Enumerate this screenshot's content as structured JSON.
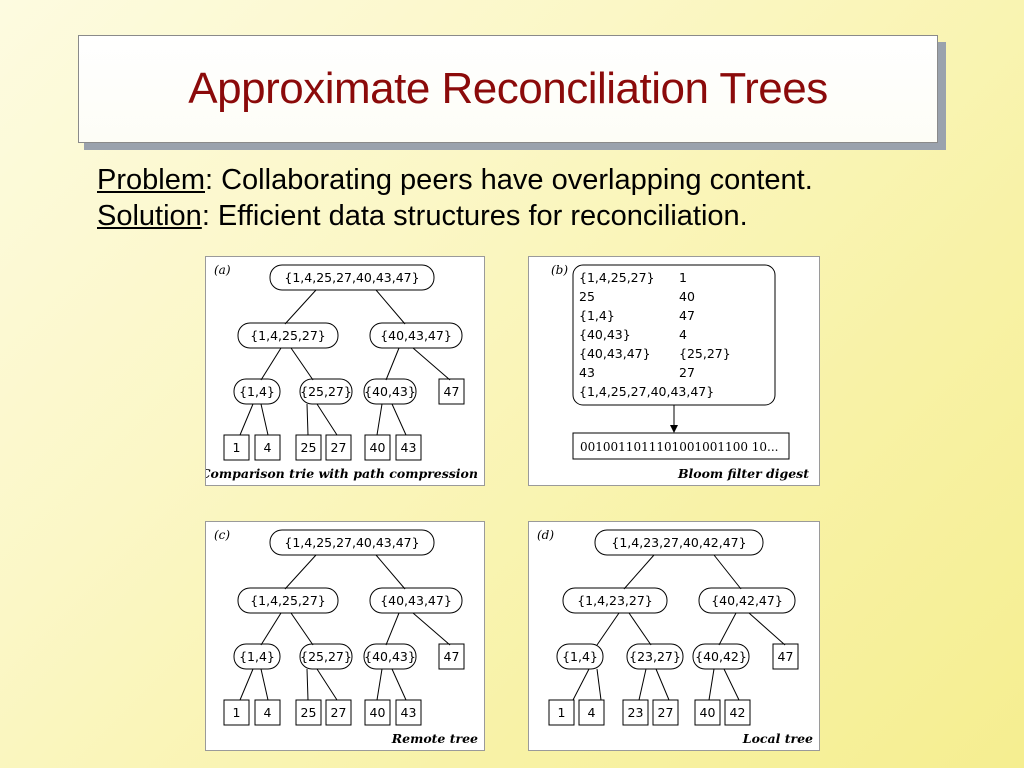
{
  "slide": {
    "title": "Approximate Reconciliation Trees",
    "problem_label": "Problem",
    "problem_text": ": Collaborating peers have overlapping content.",
    "solution_label": "Solution",
    "solution_text": ": Efficient data structures for reconciliation."
  },
  "panels": {
    "a": {
      "tag": "(a)",
      "caption": "Comparison trie with path compression",
      "root": "{1,4,25,27,40,43,47}",
      "l1": [
        "{1,4,25,27}",
        "{40,43,47}"
      ],
      "l2": [
        "{1,4}",
        "{25,27}",
        "{40,43}",
        "47"
      ],
      "leaves": [
        "1",
        "4",
        "25",
        "27",
        "40",
        "43"
      ]
    },
    "b": {
      "tag": "(b)",
      "caption": "Bloom filter digest",
      "rows": [
        [
          "{1,4,25,27}",
          "1"
        ],
        [
          "25",
          "40"
        ],
        [
          "{1,4}",
          "47"
        ],
        [
          "{40,43}",
          "4"
        ],
        [
          "{40,43,47}",
          "{25,27}"
        ],
        [
          "43",
          "27"
        ],
        [
          "{1,4,25,27,40,43,47}",
          ""
        ]
      ],
      "digest": "0010011011101001001100 10..."
    },
    "c": {
      "tag": "(c)",
      "caption": "Remote tree",
      "root": "{1,4,25,27,40,43,47}",
      "l1": [
        "{1,4,25,27}",
        "{40,43,47}"
      ],
      "l2": [
        "{1,4}",
        "{25,27}",
        "{40,43}",
        "47"
      ],
      "leaves": [
        "1",
        "4",
        "25",
        "27",
        "40",
        "43"
      ]
    },
    "d": {
      "tag": "(d)",
      "caption": "Local tree",
      "root": "{1,4,23,27,40,42,47}",
      "l1": [
        "{1,4,23,27}",
        "{40,42,47}"
      ],
      "l2": [
        "{1,4}",
        "{23,27}",
        "{40,42}",
        "47"
      ],
      "leaves": [
        "1",
        "4",
        "23",
        "27",
        "40",
        "42"
      ]
    }
  }
}
